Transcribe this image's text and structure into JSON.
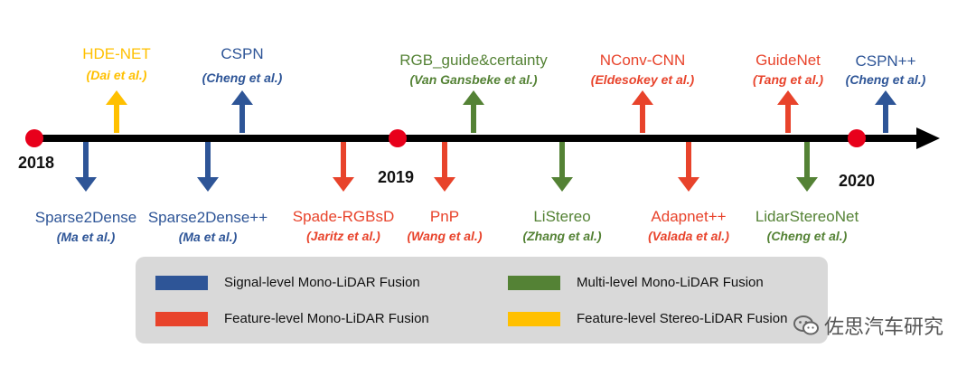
{
  "colors": {
    "signal": "#2e5597",
    "feature": "#e8432b",
    "multi": "#548235",
    "stereo": "#ffc000",
    "axis": "#000000",
    "dot": "#e8001b"
  },
  "years": [
    {
      "label": "2018"
    },
    {
      "label": "2019"
    },
    {
      "label": "2020"
    }
  ],
  "methods": [
    {
      "name": "HDE-NET",
      "citation": "(Dai et al.)",
      "category": "stereo"
    },
    {
      "name": "CSPN",
      "citation": "(Cheng et al.)",
      "category": "signal"
    },
    {
      "name": "RGB_guide&certainty",
      "citation": "(Van Gansbeke et al.)",
      "category": "multi"
    },
    {
      "name": "NConv-CNN",
      "citation": "(Eldesokey et al.)",
      "category": "feature"
    },
    {
      "name": "GuideNet",
      "citation": "(Tang et al.)",
      "category": "feature"
    },
    {
      "name": "CSPN++",
      "citation": "(Cheng et al.)",
      "category": "signal"
    },
    {
      "name": "Sparse2Dense",
      "citation": "(Ma et al.)",
      "category": "signal"
    },
    {
      "name": "Sparse2Dense++",
      "citation": "(Ma et al.)",
      "category": "signal"
    },
    {
      "name": "Spade-RGBsD",
      "citation": "(Jaritz et al.)",
      "category": "feature"
    },
    {
      "name": "PnP",
      "citation": "(Wang et al.)",
      "category": "feature"
    },
    {
      "name": "LiStereo",
      "citation": "(Zhang et al.)",
      "category": "multi"
    },
    {
      "name": "Adapnet++",
      "citation": "(Valada et al.)",
      "category": "feature"
    },
    {
      "name": "LidarStereoNet",
      "citation": "(Cheng et al.)",
      "category": "multi"
    }
  ],
  "legend": [
    {
      "label": "Signal-level Mono-LiDAR Fusion",
      "category": "signal"
    },
    {
      "label": "Multi-level Mono-LiDAR Fusion",
      "category": "multi"
    },
    {
      "label": "Feature-level Mono-LiDAR Fusion",
      "category": "feature"
    },
    {
      "label": "Feature-level Stereo-LiDAR Fusion",
      "category": "stereo"
    }
  ],
  "watermark": {
    "text": "佐思汽车研究"
  }
}
